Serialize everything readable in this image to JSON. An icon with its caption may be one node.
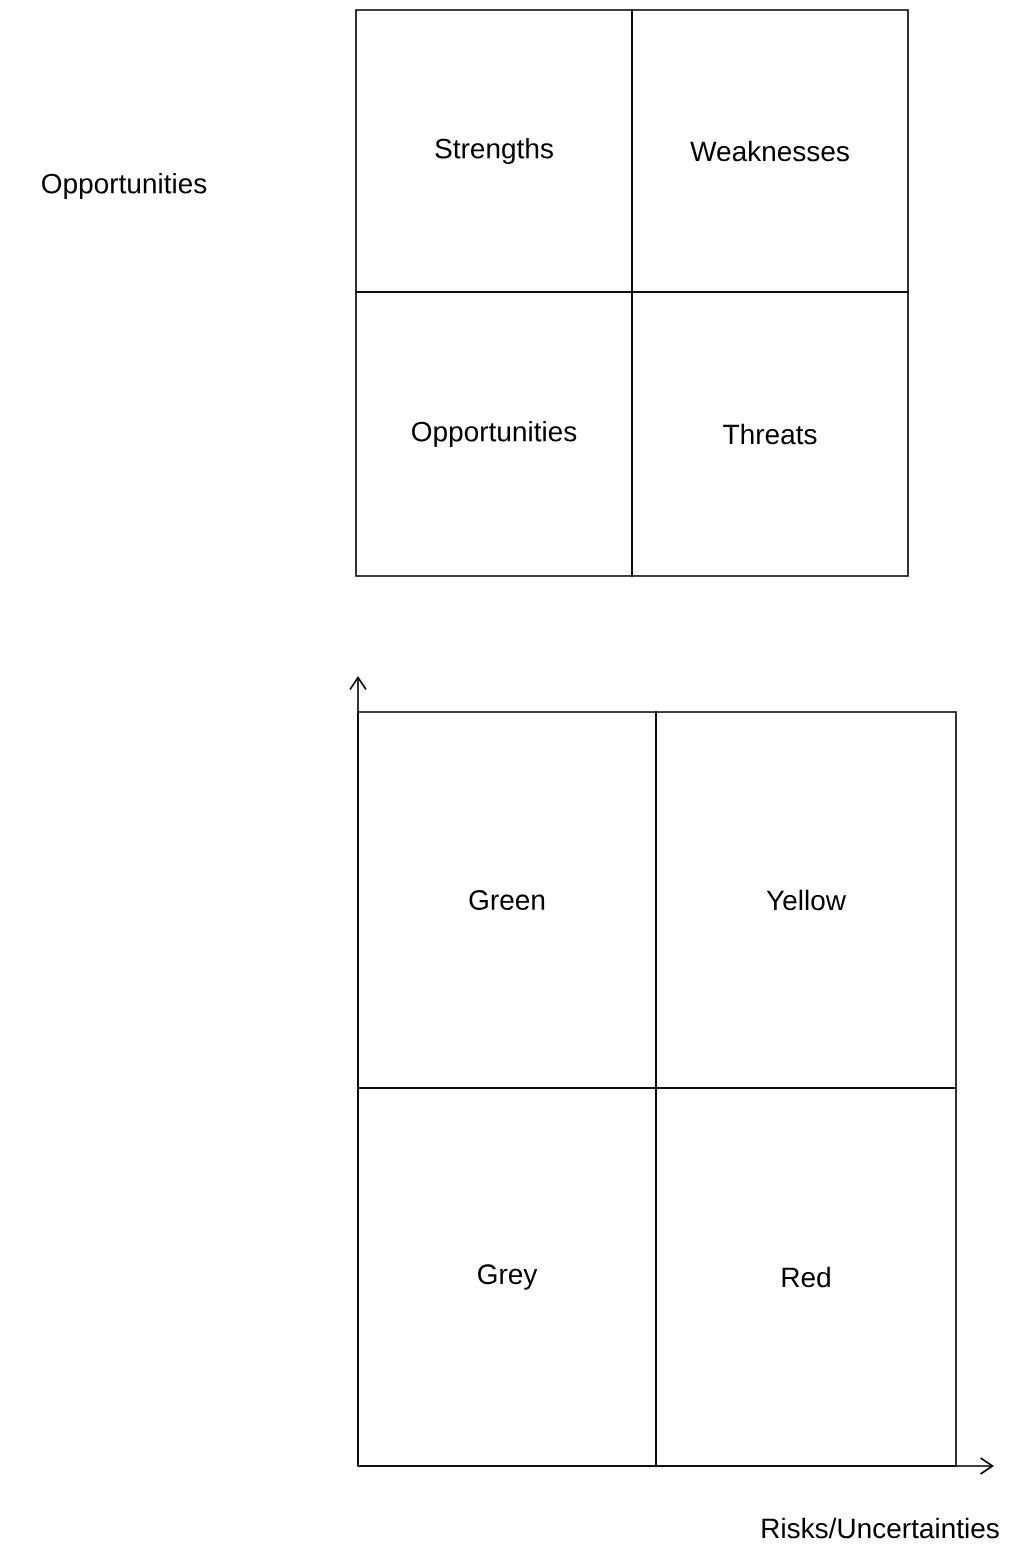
{
  "diagram": {
    "nodes": [
      {
        "text": [
          "Strengths"
        ]
      },
      {
        "text": [
          "Weaknesses"
        ]
      },
      {
        "text": [
          "Opportunities"
        ]
      },
      {
        "text": [
          "Threats"
        ]
      },
      {
        "text": [
          "Green"
        ]
      },
      {
        "text": [
          "Yellow"
        ]
      },
      {
        "text": [
          "Grey"
        ]
      },
      {
        "text": [
          "Red"
        ]
      }
    ],
    "labels": [
      "Opportunities",
      "Risks/Uncertainties"
    ]
  }
}
